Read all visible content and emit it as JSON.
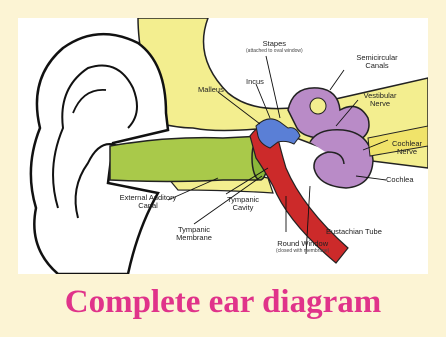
{
  "labels": {
    "stapes": "Stapes",
    "stapes_note": "(attached to oval window)",
    "semicircular": "Semicircular Canals",
    "malleus": "Malleus",
    "incus": "Incus",
    "vestibular": "Vestibular Nerve",
    "cochlear_nerve": "Cochlear Nerve",
    "cochlea": "Cochlea",
    "external_canal": "External Auditory Canal",
    "tympanic_cavity": "Tympanic Cavity",
    "eustachian": "Eustachian Tube",
    "tympanic_membrane": "Tympanic Membrane",
    "round_window": "Round Window",
    "round_window_note": "(closed with membrane)"
  },
  "caption": "Complete ear diagram",
  "colors": {
    "background": "#fcf4d4",
    "caption": "#e0338a",
    "canal": "#a9c94a",
    "bone": "#f3ee8f",
    "inner_ear": "#b98bc7",
    "tube": "#cc2a2a",
    "nerve": "#f0e36a"
  }
}
